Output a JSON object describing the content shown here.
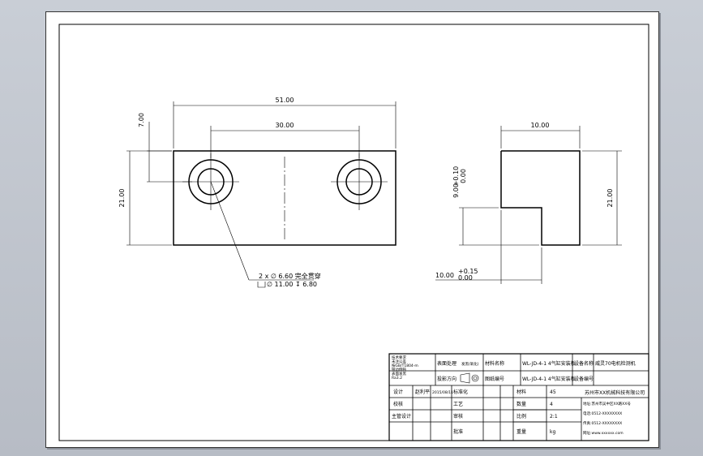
{
  "dims": {
    "d_overall_width": "51.00",
    "d_hole_spacing": "30.00",
    "d_hole_offset": "7.00",
    "d_height_front": "21.00",
    "d_side_width": "10.00",
    "d_side_height": "21.00",
    "d_step_height": "9.00",
    "d_step_height_tol_upper": "+0.10",
    "d_step_height_tol_lower": "0.00",
    "d_step_width": "10.00",
    "d_step_width_tol_upper": "+0.15",
    "d_step_width_tol_lower": "0.00"
  },
  "hole_callout": {
    "line1": "2 x ∅ 6.60 完全贯穿",
    "line2": "∅ 11.00 ↧ 6.80"
  },
  "title_block": {
    "notes": [
      "技术要求",
      "未注公差",
      "按GB/T1804-m",
      "锐边倒钝",
      "表面发黑",
      "Ra3.2"
    ],
    "surface_treatment_label": "表面处理",
    "surface_treatment_value": "发黑(氧化)",
    "material_label": "材料名称",
    "part_name": "WL-JD-4-1 4气缸安装板",
    "device_label": "设备名称",
    "device_name": "威灵70电机检测机",
    "projection_label": "投影方向",
    "drawing_no_label": "图纸编号",
    "drawing_no": "WL-JD-4-1 4气缸安装板",
    "device_no_label": "设备编号",
    "design_label": "设计",
    "designer": "赵利平",
    "date": "2015/08/11",
    "std_label": "标准化",
    "check_label": "校核",
    "process_label": "工艺",
    "chief_label": "主管设计",
    "review_label": "审核",
    "approve_label": "批准",
    "material_field": "材料",
    "material_value": "45",
    "quantity_field": "数量",
    "quantity_value": "4",
    "scale_field": "比例",
    "scale_value": "2:1",
    "weight_field": "重量",
    "weight_value": "kg",
    "company_name": "苏州市XX机械科技有限公司",
    "company_addr": "地址:苏州市吴中区XX路XX号",
    "company_tel": "电话:0512-XXXXXXXX",
    "company_fax": "传真:0512-XXXXXXXX",
    "company_web": "网址:www.xxxxxx.com"
  }
}
